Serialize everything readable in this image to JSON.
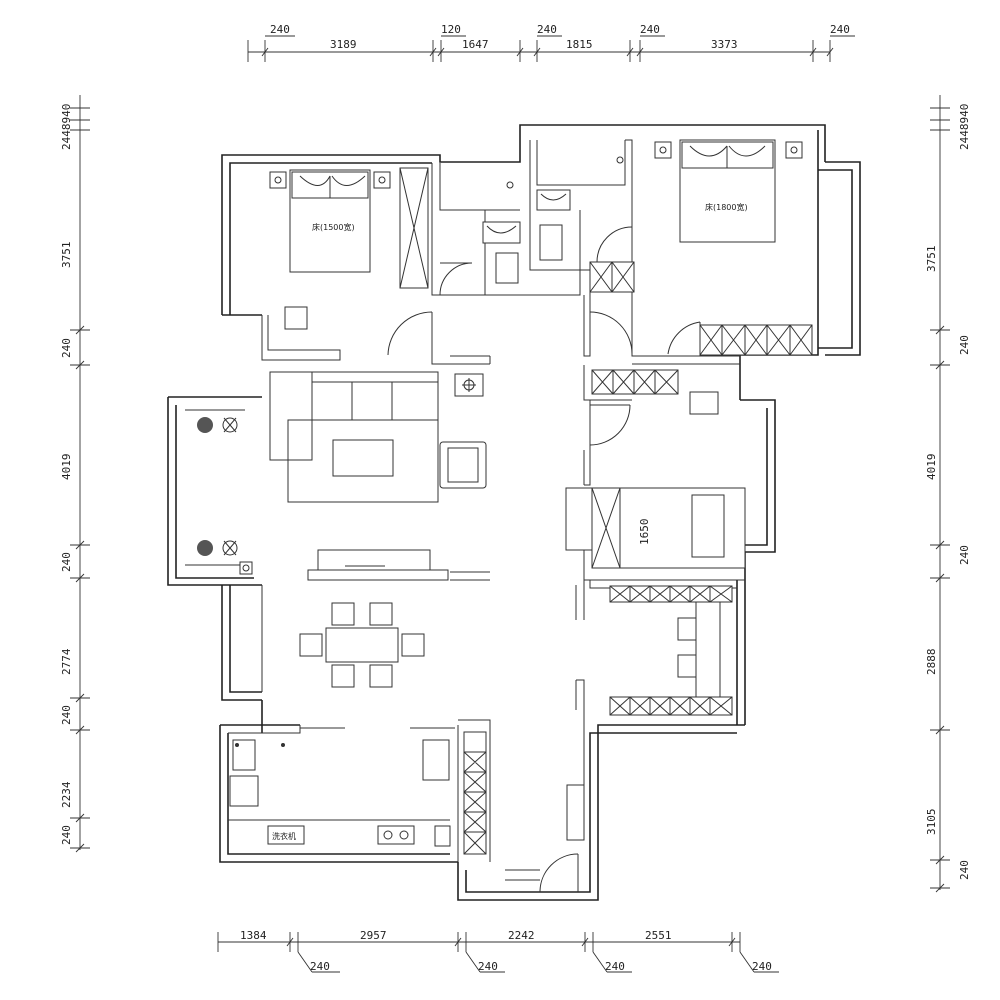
{
  "top_dims": {
    "upper": [
      "240",
      "120",
      "240",
      "240",
      "240"
    ],
    "lower": [
      "3189",
      "1647",
      "1815",
      "3373"
    ]
  },
  "bottom_dims": {
    "upper": [
      "1384",
      "2957",
      "2242",
      "2551"
    ],
    "lower": [
      "240",
      "240",
      "240",
      "240"
    ]
  },
  "left_dims": [
    "2448940",
    "3751",
    "240",
    "4019",
    "240",
    "2774",
    "240",
    "2234",
    "240"
  ],
  "right_dims": [
    "2448940",
    "3751",
    "240",
    "4019",
    "240",
    "2888",
    "3105",
    "240"
  ],
  "labels": {
    "bed1": "床(1500宽)",
    "bed2": "床(1800宽)",
    "cabinet_height": "1650",
    "washer": "洗衣机"
  }
}
